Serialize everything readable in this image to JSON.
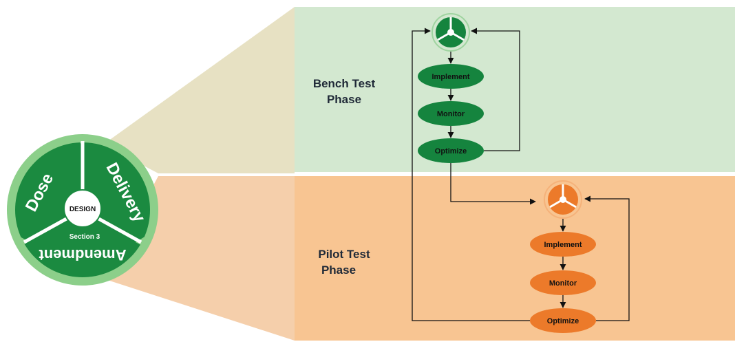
{
  "wheel": {
    "center_label": "DESIGN",
    "segment_left": "Dose",
    "segment_right": "Delivery",
    "segment_bottom": "Amendment",
    "section_label": "Section 3"
  },
  "bench": {
    "phase_line1": "Bench Test",
    "phase_line2": "Phase",
    "step_implement": "Implement",
    "step_monitor": "Monitor",
    "step_optimize": "Optimize"
  },
  "pilot": {
    "phase_line1": "Pilot Test",
    "phase_line2": "Phase",
    "step_implement": "Implement",
    "step_monitor": "Monitor",
    "step_optimize": "Optimize"
  },
  "colors": {
    "bench_panel": "#d3e8d0",
    "pilot_panel": "#f8c592",
    "green_node": "#15843e",
    "orange_node": "#ec7a2a",
    "wheel_ring": "#8ccf8a",
    "wheel_fill": "#1b8a40"
  }
}
